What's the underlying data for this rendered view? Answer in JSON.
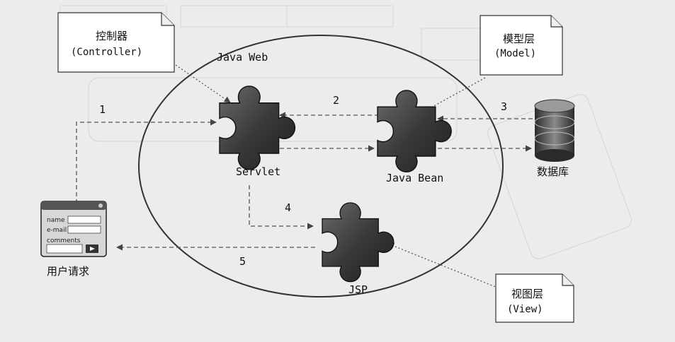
{
  "diagram": {
    "ellipse_label": "Java Web",
    "notes": {
      "controller": {
        "title": "控制器",
        "subtitle": "(Controller)"
      },
      "model": {
        "title": "模型层",
        "subtitle": "(Model)"
      },
      "view": {
        "title": "视图层",
        "subtitle": "(View)"
      }
    },
    "nodes": {
      "servlet": "Servlet",
      "javabean": "Java Bean",
      "jsp": "JSP",
      "database": "数据库",
      "user": "用户请求"
    },
    "form_fields": [
      "name",
      "e-mail",
      "comments"
    ],
    "steps": [
      "1",
      "2",
      "3",
      "4",
      "5"
    ],
    "colors": {
      "puzzle": "#3a3a3a",
      "background": "#ececec",
      "note_fill": "#ffffff"
    }
  }
}
